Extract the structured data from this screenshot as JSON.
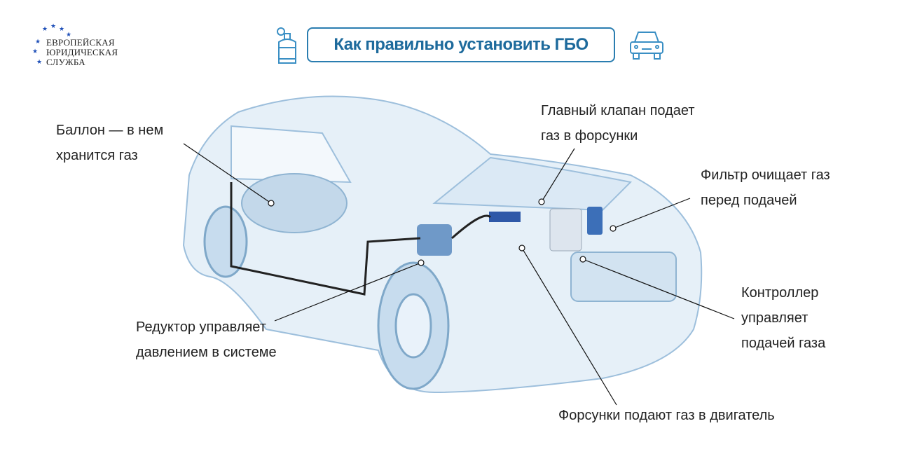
{
  "logo": {
    "lines": [
      "ЕВРОПЕЙСКАЯ",
      "ЮРИДИЧЕСКАЯ",
      "СЛУЖБА"
    ]
  },
  "header": {
    "title": "Как правильно установить ГБО"
  },
  "labels": {
    "cylinder": [
      "Баллон — в нем",
      "хранится газ"
    ],
    "main_valve": [
      "Главный клапан подает",
      "газ в форсунки"
    ],
    "filter": [
      "Фильтр очищает газ",
      "перед подачей"
    ],
    "controller": [
      "Контроллер",
      "управляет",
      "подачей газа"
    ],
    "reducer": [
      "Редуктор управляет",
      "давлением в системе"
    ],
    "injectors": [
      "Форсунки подают газ в двигатель"
    ]
  },
  "colors": {
    "accent": "#1d6a9c",
    "car": "#b9d3e8"
  }
}
